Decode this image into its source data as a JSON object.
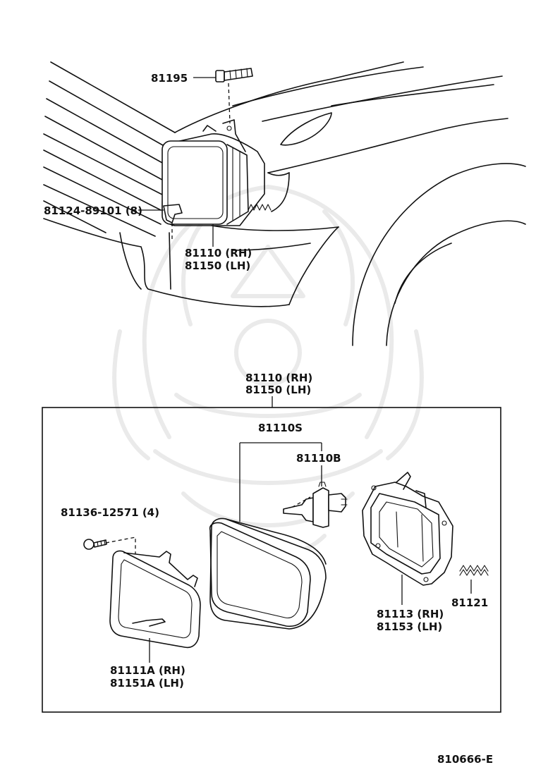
{
  "diagram_code": "810666-E",
  "labels": {
    "p81195": "81195",
    "p81124": "81124-89101 (8)",
    "top_assy_rh": "81110 (RH)",
    "top_assy_lh": "81150 (LH)",
    "box_assy_rh": "81110 (RH)",
    "box_assy_lh": "81150 (LH)",
    "p81110S": "81110S",
    "p81110B": "81110B",
    "p81136": "81136-12571 (4)",
    "p81111A_rh": "81111A (RH)",
    "p81151A_lh": "81151A (LH)",
    "p81113_rh": "81113 (RH)",
    "p81153_lh": "81153 (LH)",
    "p81121": "81121"
  }
}
